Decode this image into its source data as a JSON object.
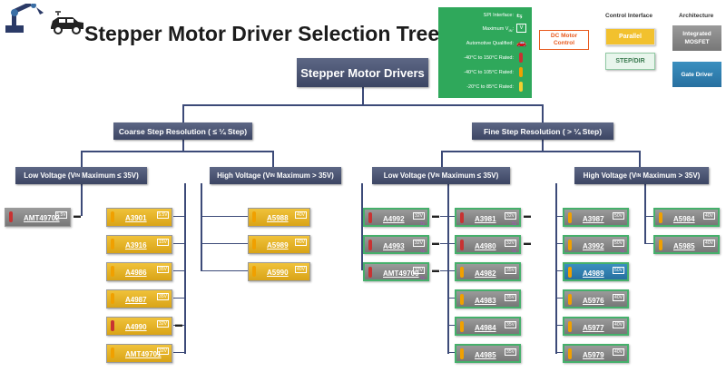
{
  "header": {
    "title": "Stepper Motor Driver Selection Tree"
  },
  "legend": {
    "spi": "SPI Interface:",
    "vmax": "Maximum V",
    "vmax_sub": "IN",
    "auto": "Automotive Qualified:",
    "t150": "-40°C to 150°C Rated:",
    "t105": "-40°C to 105°C Rated:",
    "t85": "-20°C to 85°C Rated:",
    "v_symbol": "V"
  },
  "dc_motor": "DC Motor Control",
  "control_interface": {
    "heading": "Control Interface",
    "parallel": "Parallel",
    "stepdir": "STEP/DIR"
  },
  "architecture": {
    "heading": "Architecture",
    "integrated": "Integrated MOSFET",
    "gate": "Gate Driver"
  },
  "tree": {
    "root": "Stepper Motor Drivers",
    "coarse": "Coarse Step Resolution ( ≤ ¼ Step)",
    "fine": "Fine Step Resolution ( > ¼ Step)",
    "coarse_low": "Low Voltage (V",
    "coarse_low_suffix": "Maximum ≤ 35V)",
    "coarse_high": "High Voltage (V",
    "coarse_high_suffix": "Maximum > 35V)",
    "fine_low": "Low Voltage (V",
    "fine_low_suffix": "Maximum ≤ 35V)",
    "fine_high": "High Voltage (V",
    "fine_high_suffix": "Maximum > 35V)",
    "in_sub": "IN"
  },
  "parts": [
    {
      "name": "AMT49702",
      "color": "gray",
      "temp": "red",
      "v": "5.5V",
      "auto": true,
      "spi": false
    },
    {
      "name": "A3901",
      "color": "yellow",
      "temp": "orange",
      "v": "5.5V",
      "auto": false,
      "spi": false
    },
    {
      "name": "A3916",
      "color": "yellow",
      "temp": "orange",
      "v": "15V",
      "auto": false,
      "spi": false
    },
    {
      "name": "A4986",
      "color": "yellow",
      "temp": "orange",
      "v": "35V",
      "auto": false,
      "spi": false
    },
    {
      "name": "A4987",
      "color": "yellow",
      "temp": "orange",
      "v": "35V",
      "auto": false,
      "spi": false
    },
    {
      "name": "A4990",
      "color": "yellow",
      "temp": "red",
      "v": "32V",
      "auto": true,
      "spi": false
    },
    {
      "name": "AMT49701",
      "color": "yellow",
      "temp": "orange",
      "v": "32V",
      "auto": false,
      "spi": false
    },
    {
      "name": "A5988",
      "color": "yellow",
      "temp": "orange",
      "v": "40V",
      "auto": false,
      "spi": false
    },
    {
      "name": "A5989",
      "color": "yellow",
      "temp": "orange",
      "v": "40V",
      "auto": false,
      "spi": false
    },
    {
      "name": "A5990",
      "color": "yellow",
      "temp": "orange",
      "v": "40V",
      "auto": false,
      "spi": false
    },
    {
      "name": "A4992",
      "color": "gray",
      "temp": "red",
      "v": "32V",
      "auto": true,
      "spi": true
    },
    {
      "name": "A4993",
      "color": "gray",
      "temp": "red",
      "v": "32V",
      "auto": true,
      "spi": true
    },
    {
      "name": "AMT49700",
      "color": "gray",
      "temp": "red",
      "v": "32V",
      "auto": true,
      "spi": true
    },
    {
      "name": "A3981",
      "color": "gray",
      "temp": "red",
      "v": "32V",
      "auto": true,
      "spi": true
    },
    {
      "name": "A4980",
      "color": "gray",
      "temp": "red",
      "v": "32V",
      "auto": true,
      "spi": true
    },
    {
      "name": "A4982",
      "color": "gray",
      "temp": "orange",
      "v": "35V",
      "auto": false,
      "spi": false
    },
    {
      "name": "A4983",
      "color": "gray",
      "temp": "orange",
      "v": "35V",
      "auto": false,
      "spi": false
    },
    {
      "name": "A4984",
      "color": "gray",
      "temp": "orange",
      "v": "35V",
      "auto": false,
      "spi": false
    },
    {
      "name": "A4985",
      "color": "gray",
      "temp": "orange",
      "v": "35V",
      "auto": false,
      "spi": false
    },
    {
      "name": "A3987",
      "color": "gray",
      "temp": "orange",
      "v": "50V",
      "auto": false,
      "spi": false
    },
    {
      "name": "A3992",
      "color": "gray",
      "temp": "orange",
      "v": "50V",
      "auto": false,
      "spi": true
    },
    {
      "name": "A4989",
      "color": "blue",
      "temp": "orange",
      "v": "50V",
      "auto": false,
      "spi": false
    },
    {
      "name": "A5976",
      "color": "gray",
      "temp": "orange",
      "v": "40V",
      "auto": false,
      "spi": false
    },
    {
      "name": "A5977",
      "color": "gray",
      "temp": "orange",
      "v": "40V",
      "auto": false,
      "spi": false
    },
    {
      "name": "A5979",
      "color": "gray",
      "temp": "orange",
      "v": "40V",
      "auto": false,
      "spi": false
    },
    {
      "name": "A5984",
      "color": "gray",
      "temp": "orange",
      "v": "40V",
      "auto": false,
      "spi": false
    },
    {
      "name": "A5985",
      "color": "gray",
      "temp": "orange",
      "v": "40V",
      "auto": false,
      "spi": false
    }
  ]
}
